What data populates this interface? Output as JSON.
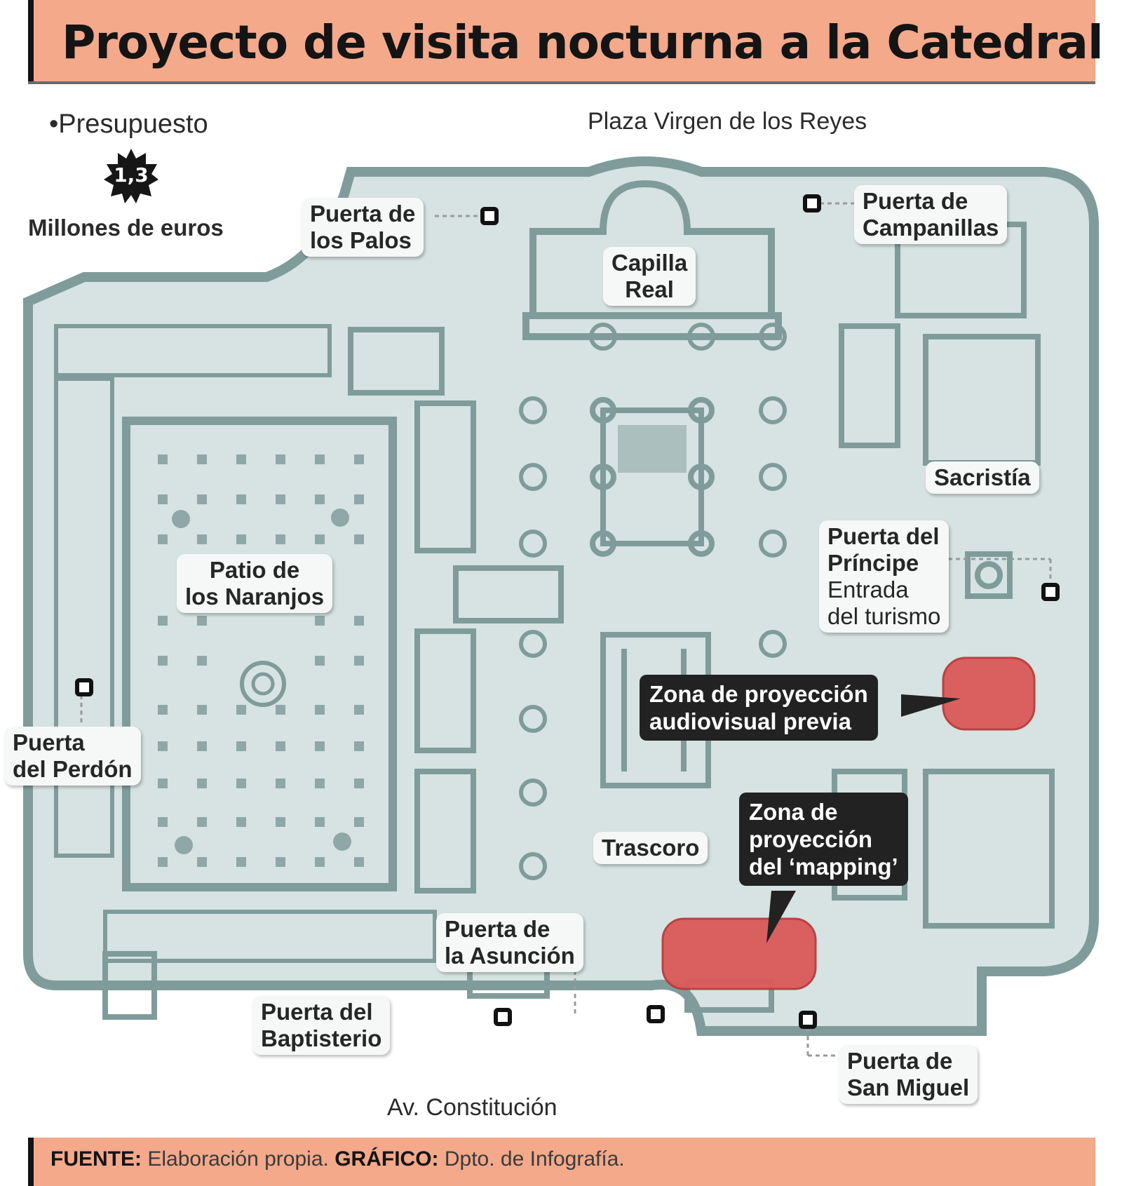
{
  "title": "Proyecto de visita nocturna a la Catedral",
  "budget": {
    "heading": "•Presupuesto",
    "value": "1,3",
    "unit": "Millones de euros"
  },
  "streets": {
    "top": "Plaza Virgen de los Reyes",
    "bottom": "Av. Constitución"
  },
  "places": {
    "puerta_palos": [
      "Puerta de",
      "los Palos"
    ],
    "capilla_real": [
      "Capilla",
      "Real"
    ],
    "puerta_campanillas": [
      "Puerta de",
      "Campanillas"
    ],
    "sacristia": "Sacristía",
    "puerta_principe": [
      "Puerta del",
      "Príncipe"
    ],
    "puerta_principe_note": [
      "Entrada",
      "del turismo"
    ],
    "patio_naranjos": [
      "Patio de",
      "los Naranjos"
    ],
    "puerta_perdon": [
      "Puerta",
      "del Perdón"
    ],
    "trascoro": "Trascoro",
    "puerta_asuncion": [
      "Puerta de",
      "la Asunción"
    ],
    "puerta_baptisterio": [
      "Puerta del",
      "Baptisterio"
    ],
    "puerta_san_miguel": [
      "Puerta de",
      "San Miguel"
    ]
  },
  "zones": {
    "audiovisual": [
      "Zona de proyección",
      "audiovisual previa"
    ],
    "mapping": [
      "Zona de",
      "proyección",
      "del ‘mapping’"
    ]
  },
  "footer": {
    "source_label": "FUENTE:",
    "source": "Elaboración propia.",
    "graphic_label": "GRÁFICO:",
    "graphic": "Dpto. de Infografía."
  },
  "colors": {
    "banner": "#f3a98a",
    "floor": "#d6e3e2",
    "walls": "#7f9c9b",
    "zone": "#db5a5a"
  }
}
